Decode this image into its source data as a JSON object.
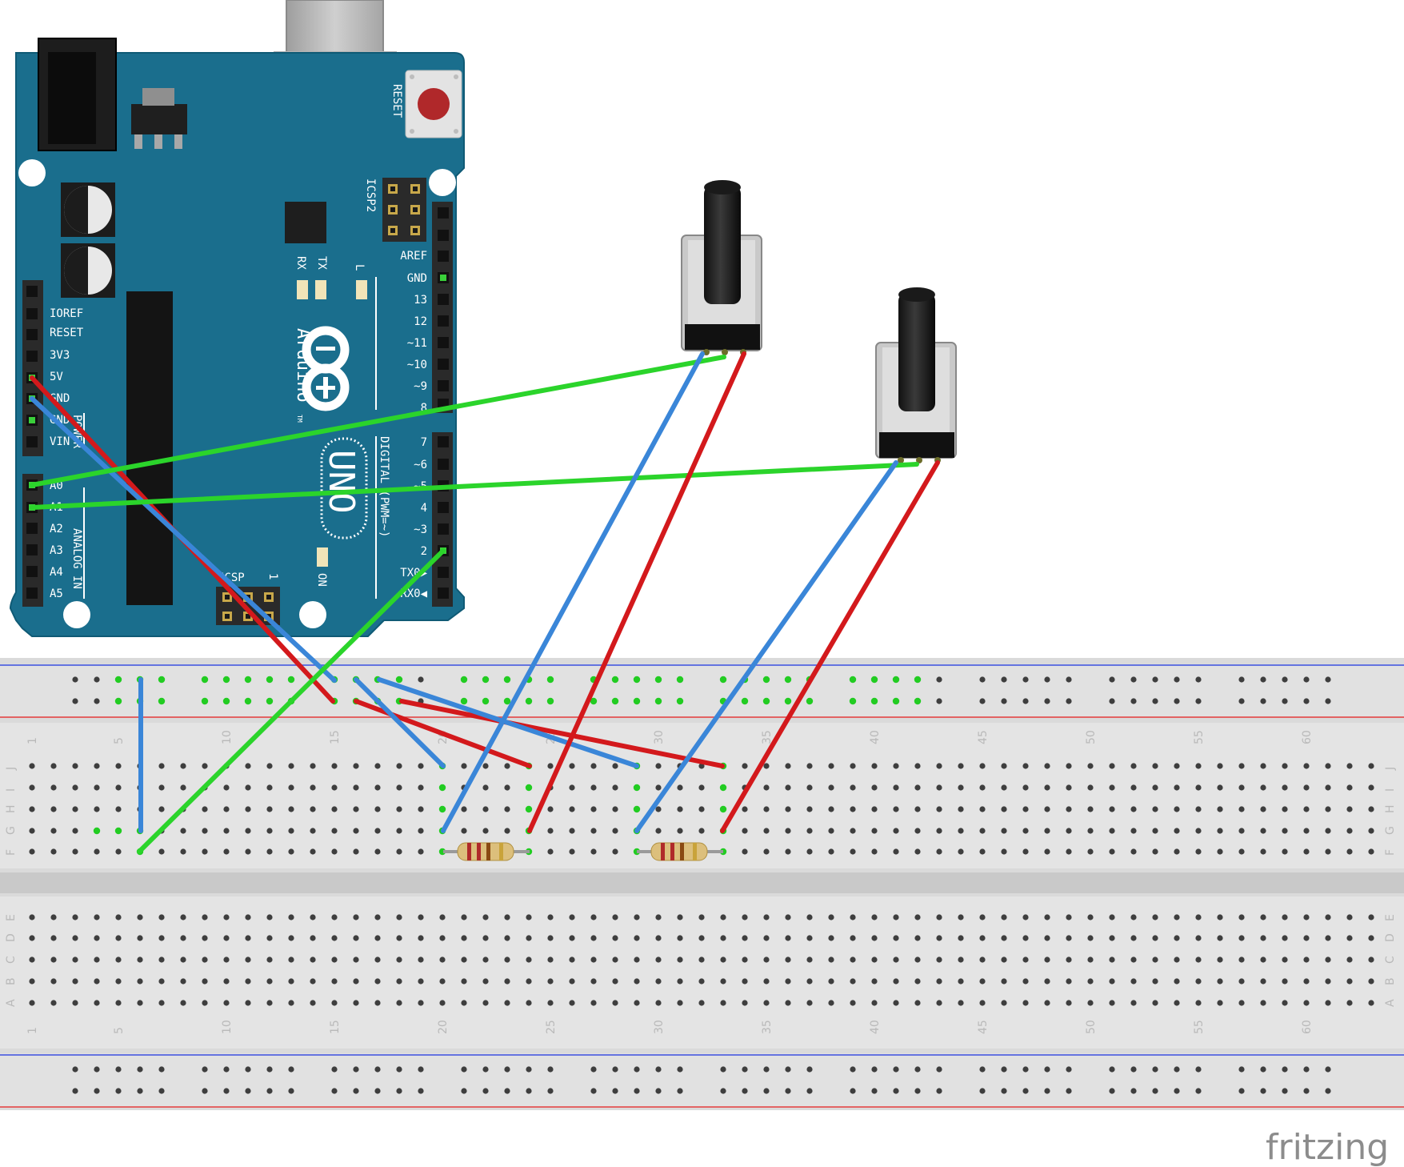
{
  "colors": {
    "board": "#1a6e8d",
    "board_edge": "#0f5a75",
    "breadboard": "#dcdcdc",
    "rail_blue": "#3b4fe0",
    "rail_red": "#e43b3b",
    "wire_red": "#d3191c",
    "wire_blue": "#3a86d8",
    "wire_green": "#2bd42b",
    "hole": "#3e3e3e",
    "hole_active": "#22cc22"
  },
  "arduino": {
    "reset_label": "RESET",
    "icsp2_label": "ICSP2",
    "rx_label": "RX",
    "tx_label": "TX",
    "l_label": "L",
    "brand_label": "Arduino",
    "tm_label": "TM",
    "model_label": "UNO",
    "on_label": "ON",
    "icsp_label": "ICSP",
    "icsp_one": "1",
    "digital_label": "DIGITAL (PWM=~)",
    "analog_label": "ANALOG IN",
    "power_label": "POWER",
    "left_pins": [
      "IOREF",
      "RESET",
      "3V3",
      "5V",
      "GND",
      "GND",
      "VIN"
    ],
    "analog_pins": [
      "A0",
      "A1",
      "A2",
      "A3",
      "A4",
      "A5"
    ],
    "top_right_pins": [
      "AREF",
      "GND",
      "13",
      "12",
      "~11",
      "~10",
      "~9",
      "8"
    ],
    "bottom_right_pins": [
      "7",
      "~6",
      "~5",
      "4",
      "~3",
      "2",
      "TX0▶",
      "RX0◀"
    ]
  },
  "breadboard": {
    "column_numbers": [
      "1",
      "5",
      "10",
      "15",
      "20",
      "25",
      "30",
      "35",
      "40",
      "45",
      "50",
      "55",
      "60"
    ],
    "top_rows": [
      "J",
      "I",
      "H",
      "G",
      "F"
    ],
    "bottom_rows": [
      "E",
      "D",
      "C",
      "B",
      "A"
    ]
  },
  "watermark": "fritzing"
}
